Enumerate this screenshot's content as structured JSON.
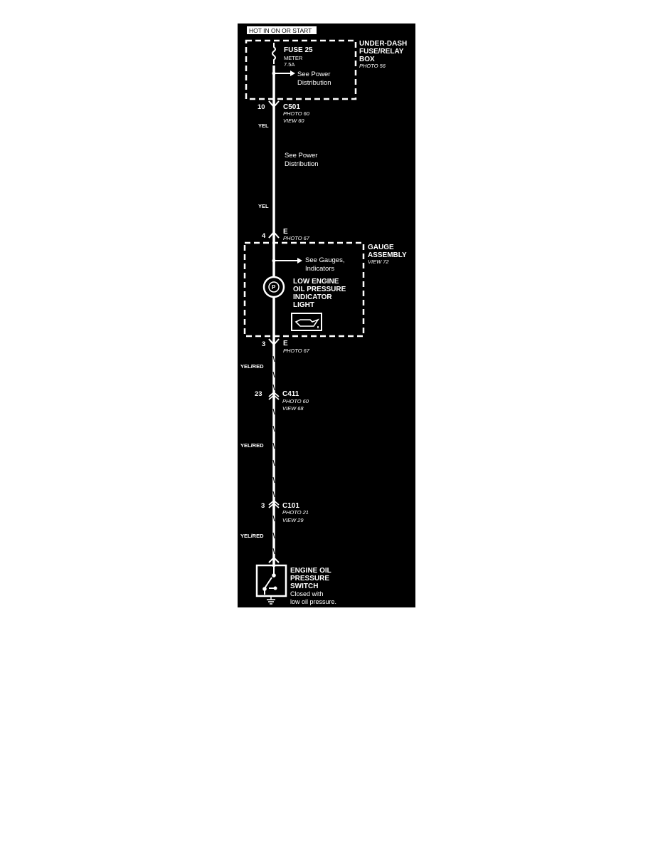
{
  "colors": {
    "background": "#000000",
    "foreground": "#ffffff",
    "page": "#ffffff"
  },
  "header": {
    "hot_label": "HOT IN ON OR START"
  },
  "fuse_box": {
    "title_lines": [
      "UNDER-DASH",
      "FUSE/RELAY",
      "BOX"
    ],
    "photo": "PHOTO 56",
    "fuse_name": "FUSE 25",
    "fuse_circuit": "METER",
    "fuse_rating": "7.5A",
    "branch_lines": [
      "See Power",
      "Distribution"
    ]
  },
  "c501": {
    "pin": "10",
    "name": "C501",
    "photo": "PHOTO 60",
    "view": "VIEW 60"
  },
  "wire_yel": {
    "color_top": "YEL",
    "color_bottom": "YEL",
    "note_lines": [
      "See Power",
      "Distribution"
    ]
  },
  "gauge_in": {
    "pin": "4",
    "name": "E",
    "photo": "PHOTO 67"
  },
  "gauge_assembly": {
    "title_lines": [
      "GAUGE",
      "ASSEMBLY"
    ],
    "view": "VIEW 72",
    "branch_lines": [
      "See Gauges,",
      "Indicators"
    ],
    "light_lines": [
      "LOW ENGINE",
      "OIL PRESSURE",
      "INDICATOR",
      "LIGHT"
    ],
    "lamp_icon": "oil-can-icon"
  },
  "gauge_out": {
    "pin": "3",
    "name": "E",
    "photo": "PHOTO 67"
  },
  "wire_yelred": {
    "color_1": "YEL/RED",
    "color_2": "YEL/RED",
    "color_3": "YEL/RED"
  },
  "c411": {
    "pin": "23",
    "name": "C411",
    "photo": "PHOTO 60",
    "view": "VIEW 68"
  },
  "c101": {
    "pin": "3",
    "name": "C101",
    "photo": "PHOTO 21",
    "view": "VIEW 29"
  },
  "switch": {
    "title_lines": [
      "ENGINE OIL",
      "PRESSURE",
      "SWITCH"
    ],
    "desc_lines": [
      "Closed with",
      "low oil pressure."
    ]
  }
}
